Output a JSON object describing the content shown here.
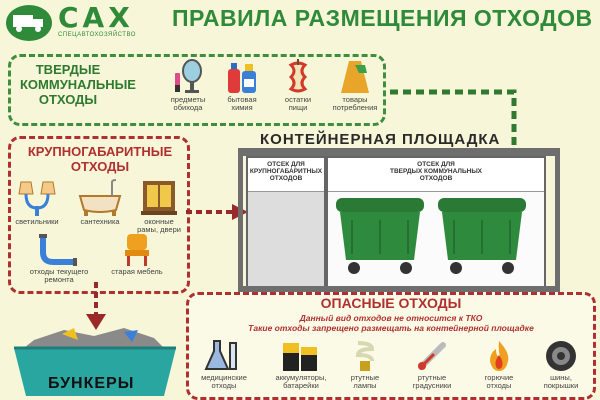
{
  "header": {
    "logo_text": "САХ",
    "logo_sub": "СПЕЦАВТОХОЗЯЙСТВО",
    "title": "ПРАВИЛА РАЗМЕЩЕНИЯ ОТХОДОВ"
  },
  "tko": {
    "title_line1": "ТВЕРДЫЕ",
    "title_line2": "КОММУНАЛЬНЫЕ",
    "title_line3": "ОТХОДЫ",
    "items": [
      {
        "label1": "предметы",
        "label2": "обихода",
        "icon": "mirror-icon"
      },
      {
        "label1": "бытовая",
        "label2": "химия",
        "icon": "detergent-icon"
      },
      {
        "label1": "остатки",
        "label2": "пищи",
        "icon": "apple-core-icon"
      },
      {
        "label1": "товары",
        "label2": "потребления",
        "icon": "dress-icon"
      }
    ]
  },
  "bulky": {
    "title_line1": "КРУПНОГАБАРИТНЫЕ",
    "title_line2": "ОТХОДЫ",
    "items": [
      {
        "label1": "светильники",
        "label2": "",
        "icon": "lamp-icon"
      },
      {
        "label1": "сантехника",
        "label2": "",
        "icon": "bathtub-icon"
      },
      {
        "label1": "оконные",
        "label2": "рамы, двери",
        "icon": "window-icon"
      },
      {
        "label1": "отходы текущего",
        "label2": "ремонта",
        "icon": "pipe-icon"
      },
      {
        "label1": "старая мебель",
        "label2": "",
        "icon": "chair-icon"
      }
    ]
  },
  "container_area": {
    "title": "КОНТЕЙНЕРНАЯ ПЛОЩАДКА",
    "bay_bulky_1": "ОТСЕК ДЛЯ",
    "bay_bulky_2": "КРУПНОГАБАРИТНЫХ",
    "bay_bulky_3": "ОТХОДОВ",
    "bay_tko_1": "ОТСЕК ДЛЯ",
    "bay_tko_2": "ТВЕРДЫХ КОММУНАЛЬНЫХ",
    "bay_tko_3": "ОТХОДОВ"
  },
  "bunker": {
    "label": "БУНКЕРЫ"
  },
  "hazard": {
    "title": "ОПАСНЫЕ ОТХОДЫ",
    "note1": "Данный вид отходов не относится к ТКО",
    "note2": "Такие отходы запрещено размещать на контейнерной площадке",
    "items": [
      {
        "label1": "медицинские",
        "label2": "отходы",
        "icon": "flask-icon"
      },
      {
        "label1": "аккумуляторы,",
        "label2": "батарейки",
        "icon": "battery-icon"
      },
      {
        "label1": "ртутные",
        "label2": "лампы",
        "icon": "bulb-icon"
      },
      {
        "label1": "ртутные",
        "label2": "градусники",
        "icon": "thermometer-icon"
      },
      {
        "label1": "горючие",
        "label2": "отходы",
        "icon": "fire-icon"
      },
      {
        "label1": "шины,",
        "label2": "покрышки",
        "icon": "tire-icon"
      }
    ]
  },
  "colors": {
    "brand_green": "#2f8a3a",
    "accent_red": "#b03030",
    "container_green": "#2e8b3e",
    "background": "#f7f6d8"
  }
}
